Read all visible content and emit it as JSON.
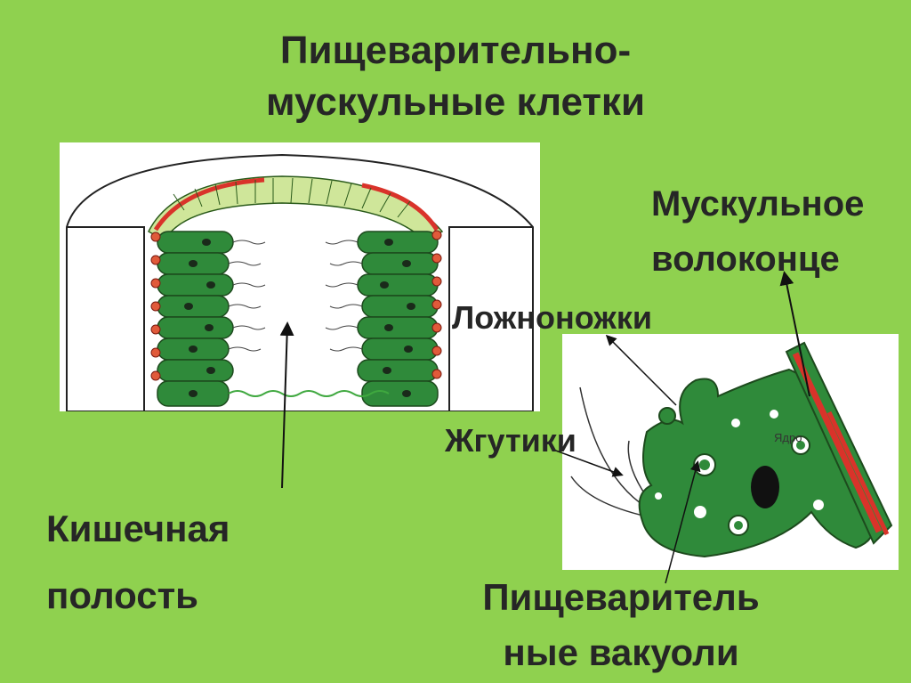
{
  "title": "Пищеварительно-мускульные клетки",
  "labels": {
    "muscle_fiber": "Мускульное волоконце",
    "pseudopods": "Ложноножки",
    "flagella": "Жгутики",
    "gut_cavity": "Кишечная полость",
    "digestive_vacuoles": "Пищеваритель ные вакуоли",
    "nucleus": "Ядро"
  }
}
